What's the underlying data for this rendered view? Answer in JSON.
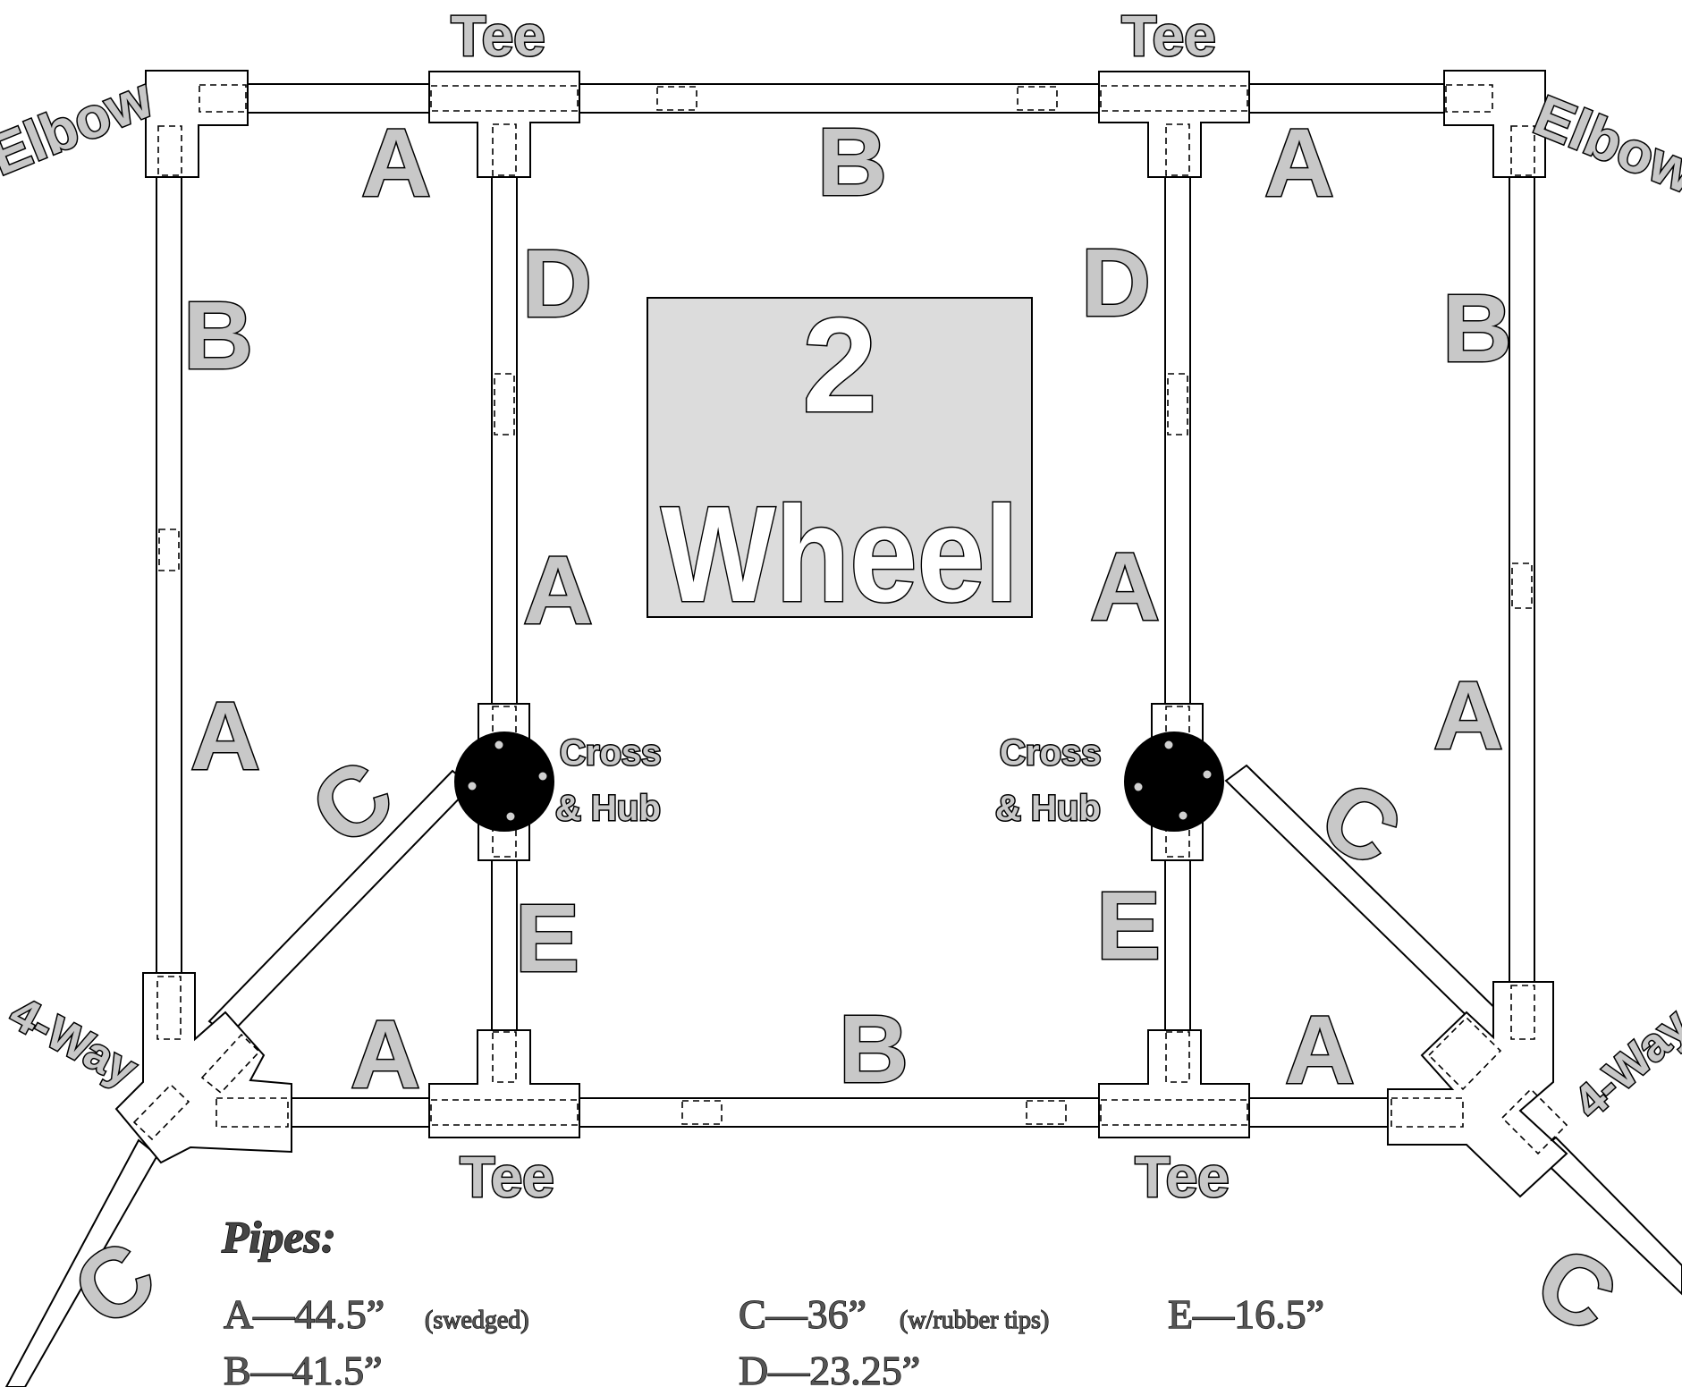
{
  "center": {
    "number": "2",
    "word": "Wheel"
  },
  "labels": {
    "pipe_a": "A",
    "pipe_b": "B",
    "pipe_c": "C",
    "pipe_d": "D",
    "pipe_e": "E",
    "tee": "Tee",
    "elbow": "Elbow",
    "four_way": "4-Way",
    "cross": "Cross",
    "hub": "& Hub"
  },
  "legend": {
    "title": "Pipes:",
    "items": [
      {
        "text": "A—44.5”",
        "note": "(swedged)"
      },
      {
        "text": "B—41.5”",
        "note": ""
      },
      {
        "text": "C—36”",
        "note": "(w/rubber tips)"
      },
      {
        "text": "D—23.25”",
        "note": ""
      },
      {
        "text": "E—16.5”",
        "note": ""
      }
    ]
  },
  "colors": {
    "label_fill": "#c8c8c8",
    "center_fill": "#dcdcdc",
    "hub_fill": "#000000",
    "bolt_fill": "#d0d0d0"
  }
}
